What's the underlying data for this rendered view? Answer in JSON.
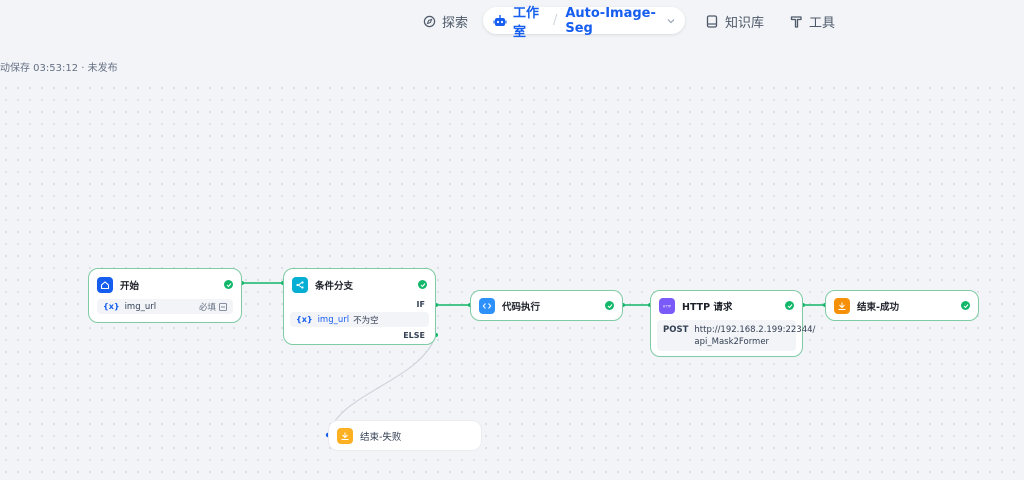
{
  "nav": {
    "explore": "探索",
    "studio": "工作室",
    "app_name": "Auto-Image-Seg",
    "knowledge": "知识库",
    "tools": "工具"
  },
  "status": "动保存 03:53:12 · 未发布",
  "colors": {
    "accent": "#155eef",
    "success": "#12b76a",
    "edge": "#12b76a"
  },
  "nodes": {
    "start": {
      "title": "开始",
      "var_label": "{x}",
      "var_name": "img_url",
      "required": "必填",
      "icon": "home-icon"
    },
    "ifelse": {
      "title": "条件分支",
      "if_label": "IF",
      "var_label": "{x}",
      "var_name": "img_url",
      "operator": "不为空",
      "else_label": "ELSE",
      "icon": "branch-icon"
    },
    "code": {
      "title": "代码执行",
      "icon": "code-icon"
    },
    "http": {
      "title": "HTTP 请求",
      "method": "POST",
      "url_line1": "http://192.168.2.199:22344/",
      "url_line2": "api_Mask2Former",
      "icon": "http-icon"
    },
    "end_success": {
      "title": "结束-成功",
      "icon": "flag-icon"
    },
    "end_fail": {
      "title": "结束-失败",
      "icon": "flag-icon"
    }
  }
}
